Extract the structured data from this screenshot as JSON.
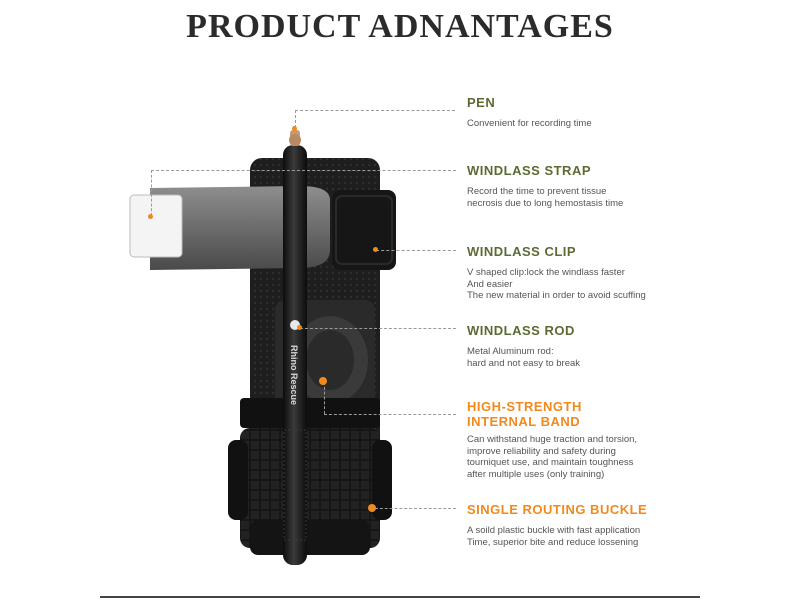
{
  "title": "PRODUCT ADNANTAGES",
  "brand": "Rhino Rescue",
  "colors": {
    "accent": "#f08a1e",
    "heading": "#5c6b34",
    "text": "#555555",
    "product": "#1d1d1d"
  },
  "features": [
    {
      "name": "PEN",
      "description": "Convenient for recording time"
    },
    {
      "name": "WINDLASS STRAP",
      "description": "Record the time to prevent tissue\nnecrosis due to long hemostasis time"
    },
    {
      "name": "WINDLASS CLIP",
      "description": "V shaped clip:lock the windlass faster\nAnd easier\nThe new material in order to avoid scuffing"
    },
    {
      "name": "WINDLASS ROD",
      "description": "Metal Aluminum rod:\nhard and not easy to break"
    },
    {
      "name": "HIGH-STRENGTH\nINTERNAL BAND",
      "description": "Can withstand huge traction and torsion,\nimprove reliability and safety during\ntourniquet use, and maintain toughness\nafter multiple uses (only training)"
    },
    {
      "name": "SINGLE ROUTING BUCKLE",
      "description": "A soild plastic buckle with fast application\nTime, superior bite and reduce lossening"
    }
  ]
}
